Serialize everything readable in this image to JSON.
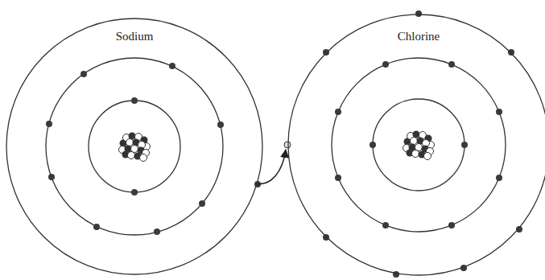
{
  "diagram": {
    "nodes": [
      {
        "text": [
          "Sodium"
        ]
      },
      {
        "text": [
          "Chlorine"
        ]
      }
    ],
    "edges": [
      {
        "from": 0,
        "to": 1,
        "arrow": "to"
      }
    ]
  }
}
